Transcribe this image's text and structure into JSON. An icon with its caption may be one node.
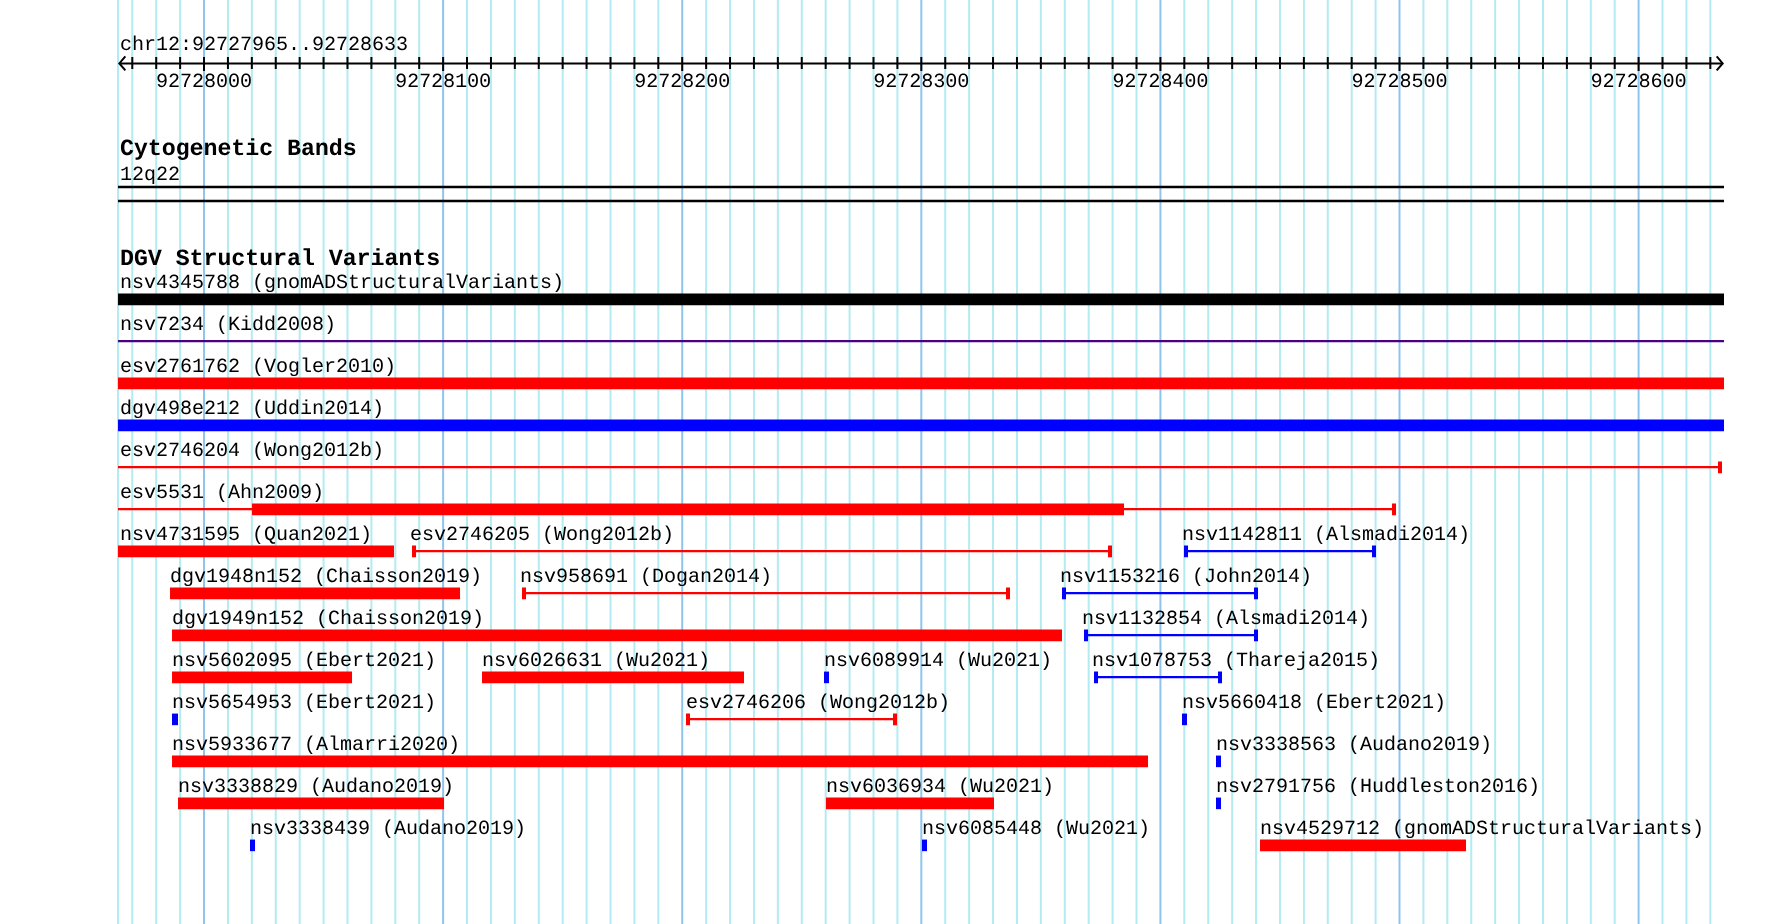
{
  "diagram": {
    "nodes": [
      {
        "text": [
          "12q22"
        ]
      },
      {
        "text": [
          "nsv4345788 (gnomADStructuralVariants)"
        ]
      },
      {
        "text": [
          "nsv7234 (Kidd2008)"
        ]
      },
      {
        "text": [
          "esv2761762 (Vogler2010)"
        ]
      },
      {
        "text": [
          "dgv498e212 (Uddin2014)"
        ]
      },
      {
        "text": [
          "esv2746204 (Wong2012b)"
        ]
      },
      {
        "text": [
          "esv5531 (Ahn2009)"
        ]
      },
      {
        "text": [
          "nsv4731595 (Quan2021)"
        ]
      },
      {
        "text": [
          "esv2746205 (Wong2012b)"
        ]
      },
      {
        "text": [
          "nsv1142811 (Alsmadi2014)"
        ]
      },
      {
        "text": [
          "dgv1948n152 (Chaisson2019)"
        ]
      },
      {
        "text": [
          "nsv958691 (Dogan2014)"
        ]
      },
      {
        "text": [
          "nsv1153216 (John2014)"
        ]
      },
      {
        "text": [
          "dgv1949n152 (Chaisson2019)"
        ]
      },
      {
        "text": [
          "nsv1132854 (Alsmadi2014)"
        ]
      },
      {
        "text": [
          "nsv5602095 (Ebert2021)"
        ]
      },
      {
        "text": [
          "nsv6026631 (Wu2021)"
        ]
      },
      {
        "text": [
          "nsv6089914 (Wu2021)"
        ]
      },
      {
        "text": [
          "nsv1078753 (Thareja2015)"
        ]
      },
      {
        "text": [
          "nsv5654953 (Ebert2021)"
        ]
      },
      {
        "text": [
          "esv2746206 (Wong2012b)"
        ]
      },
      {
        "text": [
          "nsv5660418 (Ebert2021)"
        ]
      },
      {
        "text": [
          "nsv5933677 (Almarri2020)"
        ]
      },
      {
        "text": [
          "nsv3338563 (Audano2019)"
        ]
      },
      {
        "text": [
          "nsv3338829 (Audano2019)"
        ]
      },
      {
        "text": [
          "nsv6036934 (Wu2021)"
        ]
      },
      {
        "text": [
          "nsv2791756 (Huddleston2016)"
        ]
      },
      {
        "text": [
          "nsv3338439 (Audano2019)"
        ]
      },
      {
        "text": [
          "nsv6085448 (Wu2021)"
        ]
      },
      {
        "text": [
          "nsv4529712 (gnomADStructuralVariants)"
        ]
      }
    ],
    "labels": [
      "chr12:92727965..92728633",
      "92728000",
      "92728100",
      "92728200",
      "92728300",
      "92728400",
      "92728500",
      "92728600",
      "Cytogenetic Bands",
      "DGV Structural Variants"
    ]
  }
}
